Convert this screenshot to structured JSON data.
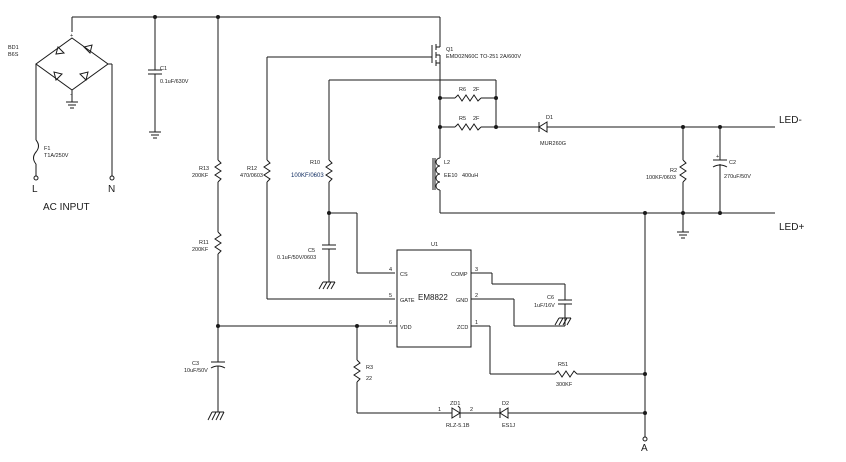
{
  "ac_input": {
    "label": "AC INPUT",
    "live": "L",
    "neutral": "N"
  },
  "components": {
    "bd1": {
      "ref": "BD1",
      "value": "B6S"
    },
    "f1": {
      "ref": "F1",
      "value": "T1A/250V"
    },
    "c1": {
      "ref": "C1",
      "value": "0.1uF/630V"
    },
    "r13": {
      "ref": "R13",
      "value": "200KF"
    },
    "r11": {
      "ref": "R11",
      "value": "200KF"
    },
    "c3": {
      "ref": "C3",
      "value": "10uF/50V"
    },
    "r12": {
      "ref": "R12",
      "value": "470/0603"
    },
    "r10": {
      "ref": "R10",
      "value": "100KF/0603"
    },
    "c5": {
      "ref": "C5",
      "value": "0.1uF/50V/0603"
    },
    "r3": {
      "ref": "R3",
      "value": "22"
    },
    "q1": {
      "ref": "Q1",
      "value": "EMD02N60C TO-251 2A/600V"
    },
    "r6": {
      "ref": "R6",
      "value": "2F"
    },
    "r5": {
      "ref": "R5",
      "value": "2F"
    },
    "l2": {
      "ref": "L2",
      "value": "EE10",
      "value2": "400uH"
    },
    "d1": {
      "ref": "D1",
      "value": "MUR260G"
    },
    "r2": {
      "ref": "R2",
      "value": "100KF/0603"
    },
    "c2": {
      "ref": "C2",
      "value": "270uF/50V"
    },
    "c6": {
      "ref": "C6",
      "value": "1uF/16V"
    },
    "r51": {
      "ref": "R51",
      "value": "300KF"
    },
    "zd1": {
      "ref": "ZD1",
      "value": "RLZ-5.1B",
      "pin1": "1",
      "pin2": "2"
    },
    "d2": {
      "ref": "D2",
      "value": "ES1J"
    }
  },
  "ic": {
    "ref": "U1",
    "name": "EM8822",
    "pins": {
      "cs": {
        "label": "CS",
        "num": "4"
      },
      "gate": {
        "label": "GATE",
        "num": "5"
      },
      "vdd": {
        "label": "VDD",
        "num": "6"
      },
      "comp": {
        "label": "COMP",
        "num": "3"
      },
      "gnd": {
        "label": "GND",
        "num": "2"
      },
      "zcd": {
        "label": "ZCD",
        "num": "1"
      }
    }
  },
  "outputs": {
    "led_minus": "LED-",
    "led_plus": "LED+",
    "node_a": "A"
  },
  "colors": {
    "wire": "#1a1a1a",
    "blue_label": "#0d2a5e",
    "background": "#ffffff"
  }
}
